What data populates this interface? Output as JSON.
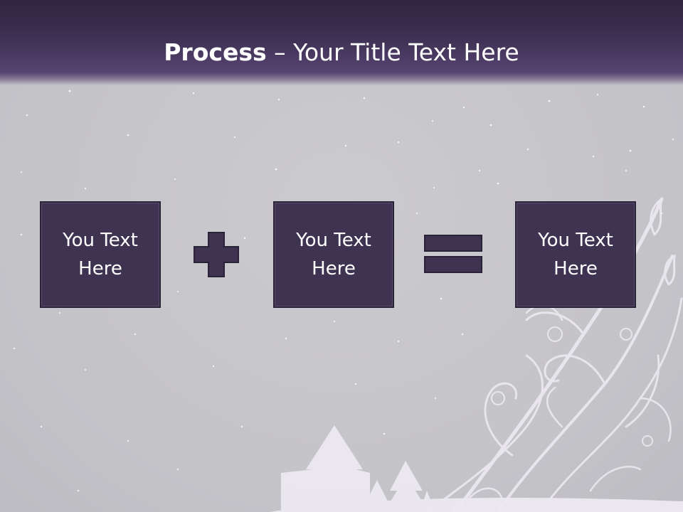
{
  "slide": {
    "title_bold": "Process",
    "title_rest": " – Your Title Text Here",
    "boxes": [
      {
        "text": "You Text Here"
      },
      {
        "text": "You Text Here"
      },
      {
        "text": "You Text Here"
      }
    ],
    "colors": {
      "header_dark": "#2f2540",
      "header_light": "#574471",
      "box_fill": "#3f3352",
      "background": "#c7c6ca",
      "ornament": "#e9e6ee"
    },
    "icons": [
      "plus-icon",
      "equals-icon"
    ]
  }
}
